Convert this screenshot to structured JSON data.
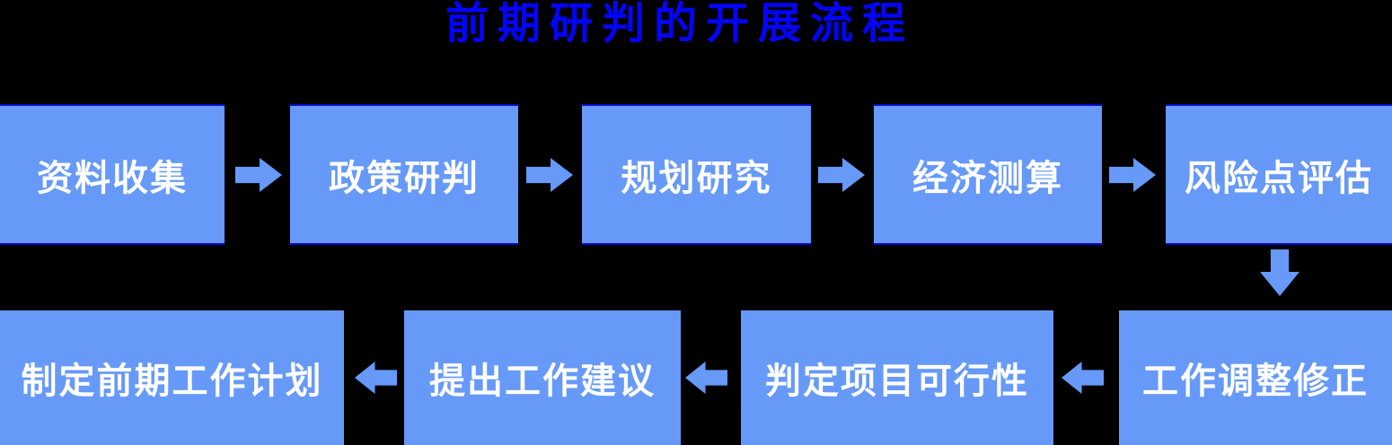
{
  "diagram": {
    "title": "前期研判的开展流程",
    "type": "flowchart",
    "colors": {
      "background": "#000000",
      "box_fill": "#6699F8",
      "box_edge": "#0A06CE",
      "title_text": "#0404FA",
      "box_text": "#FFFFFF"
    },
    "top_row": [
      "资料收集",
      "政策研判",
      "规划研究",
      "经济测算",
      "风险点评估"
    ],
    "bottom_row": [
      "工作调整修正",
      "判定项目可行性",
      "提出工作建议",
      "制定前期工作计划"
    ],
    "flow_order": [
      "资料收集",
      "政策研判",
      "规划研究",
      "经济测算",
      "风险点评估",
      "工作调整修正",
      "判定项目可行性",
      "提出工作建议",
      "制定前期工作计划"
    ]
  }
}
